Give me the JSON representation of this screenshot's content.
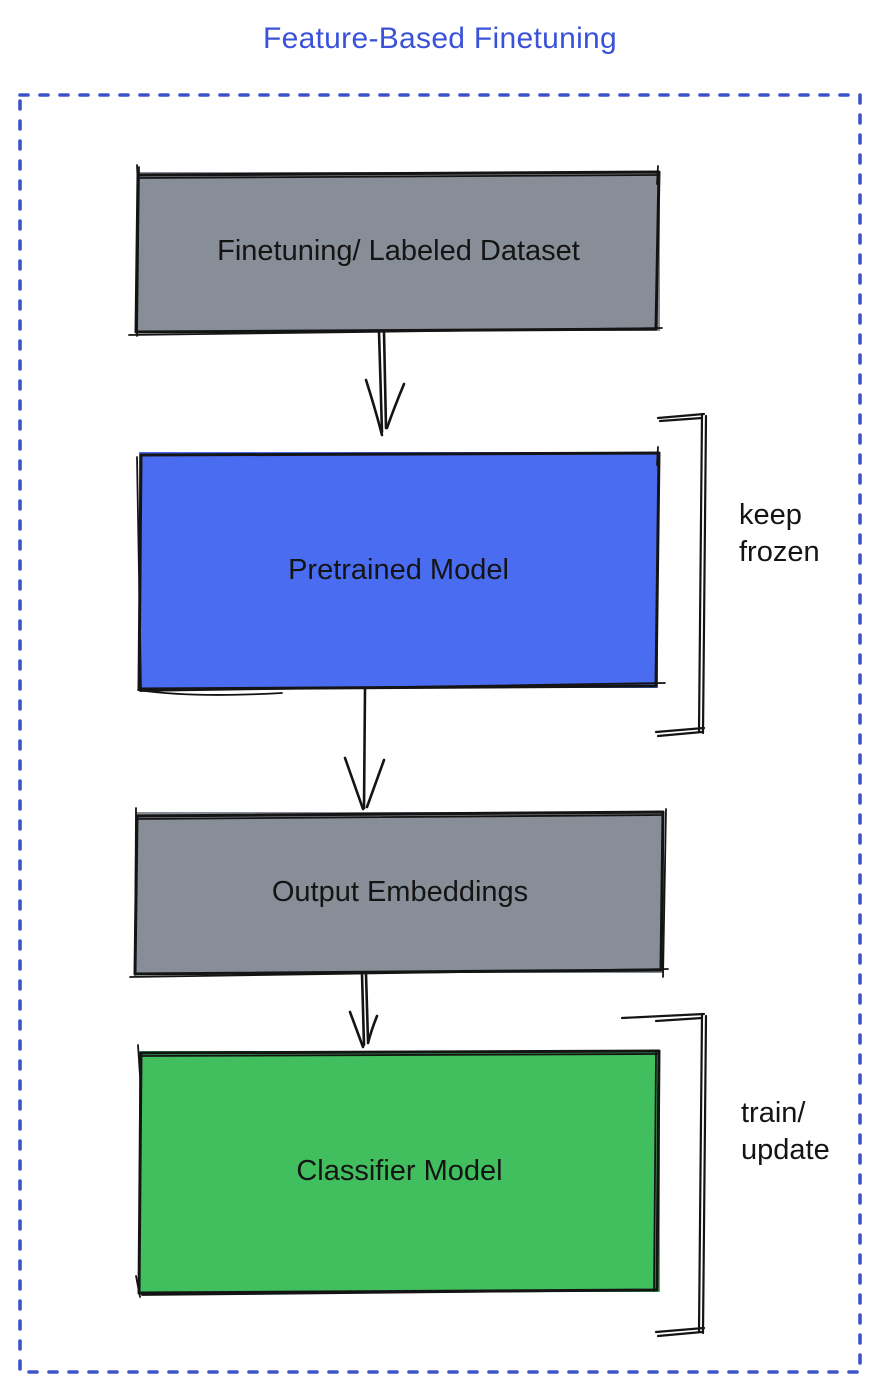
{
  "title": "Feature-Based Finetuning",
  "diagram": {
    "nodes": [
      {
        "id": "dataset",
        "label": "Finetuning/ Labeled Dataset",
        "fill": "gray"
      },
      {
        "id": "pretrained",
        "label": "Pretrained Model",
        "fill": "blue"
      },
      {
        "id": "embeddings",
        "label": "Output Embeddings",
        "fill": "gray"
      },
      {
        "id": "classifier",
        "label": "Classifier Model",
        "fill": "green"
      }
    ],
    "edges": [
      {
        "from": "dataset",
        "to": "pretrained"
      },
      {
        "from": "pretrained",
        "to": "embeddings"
      },
      {
        "from": "embeddings",
        "to": "classifier"
      }
    ],
    "annotations": [
      {
        "target": "pretrained",
        "lines": [
          "keep",
          "frozen"
        ]
      },
      {
        "target": "classifier",
        "lines": [
          "train/",
          "update"
        ]
      }
    ]
  },
  "colors": {
    "title": "#3A52D9",
    "frame": "#3D53C9",
    "gray": "#878E98",
    "blue": "#4A6CF0",
    "green": "#41BE5E",
    "ink": "#141414"
  }
}
